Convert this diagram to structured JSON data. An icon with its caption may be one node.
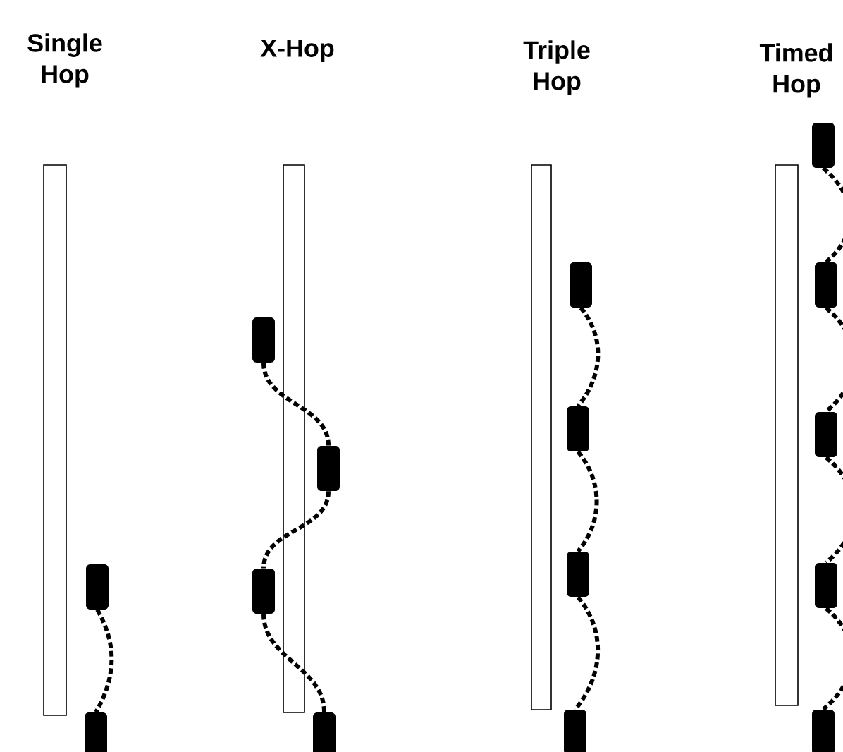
{
  "diagram": {
    "nodes": [
      {
        "text": [],
        "shape": "box"
      },
      {
        "text": [],
        "shape": "box"
      },
      {
        "text": [],
        "shape": "box"
      },
      {
        "text": [],
        "shape": "box"
      },
      {
        "text": [],
        "shape": "box"
      },
      {
        "text": [],
        "shape": "box"
      },
      {
        "text": [],
        "shape": "box"
      },
      {
        "text": [],
        "shape": "box"
      },
      {
        "text": [],
        "shape": "box"
      },
      {
        "text": [],
        "shape": "box"
      },
      {
        "text": [],
        "shape": "box"
      },
      {
        "text": [],
        "shape": "box"
      },
      {
        "text": [],
        "shape": "box"
      },
      {
        "text": [],
        "shape": "box"
      },
      {
        "text": [],
        "shape": "box"
      }
    ],
    "edges": [
      {
        "from": 0,
        "to": 1,
        "arrow": "none",
        "style": "dashed"
      },
      {
        "from": 2,
        "to": 3,
        "arrow": "none",
        "style": "dashed"
      },
      {
        "from": 3,
        "to": 4,
        "arrow": "none",
        "style": "dashed"
      },
      {
        "from": 4,
        "to": 5,
        "arrow": "none",
        "style": "dashed"
      },
      {
        "from": 6,
        "to": 7,
        "arrow": "none",
        "style": "dashed"
      },
      {
        "from": 7,
        "to": 8,
        "arrow": "none",
        "style": "dashed"
      },
      {
        "from": 8,
        "to": 9,
        "arrow": "none",
        "style": "dashed"
      },
      {
        "from": 10,
        "to": 11,
        "arrow": "none",
        "style": "dashed"
      },
      {
        "from": 11,
        "to": 12,
        "arrow": "none",
        "style": "dashed"
      },
      {
        "from": 12,
        "to": 13,
        "arrow": "none",
        "style": "dashed"
      },
      {
        "from": 13,
        "to": 14,
        "arrow": "none",
        "style": "dashed"
      }
    ],
    "labels": [
      "Single Hop",
      "X-Hop",
      "Triple Hop",
      "Timed Hop"
    ]
  }
}
